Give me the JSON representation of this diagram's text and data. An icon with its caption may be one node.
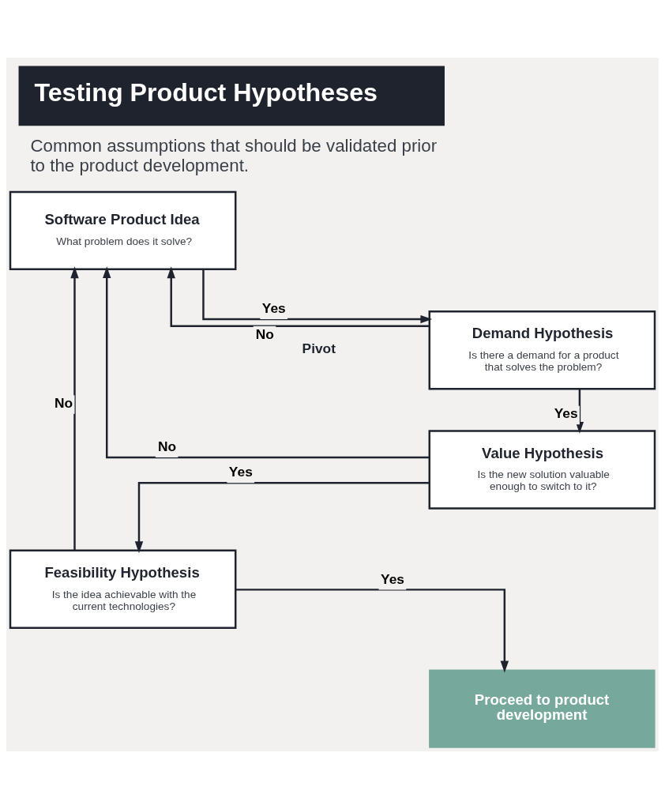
{
  "diagram": {
    "title": "Testing Product Hypotheses",
    "caption": "Common assumptions that should be validated prior to the product development.",
    "nodes": [
      {
        "text": [
          "Software Product Idea",
          "What problem does it solve?"
        ]
      },
      {
        "text": [
          "Demand Hypothesis",
          "Is there a demand for a product that solves the problem?"
        ]
      },
      {
        "text": [
          "Value Hypothesis",
          "Is the new solution valuable enough to switch to it?"
        ]
      },
      {
        "text": [
          "Feasibility Hypothesis",
          "Is the idea achievable with the current technologies?"
        ]
      },
      {
        "text": [
          "Proceed to product development"
        ]
      }
    ],
    "edges": [
      {
        "from": 0,
        "to": 1,
        "arrow": "to",
        "label": "Yes"
      },
      {
        "from": 1,
        "to": 2,
        "arrow": "to",
        "label": "Yes"
      },
      {
        "from": 2,
        "to": 3,
        "arrow": "to",
        "label": "Yes"
      },
      {
        "from": 3,
        "to": 4,
        "arrow": "to",
        "label": "Yes"
      },
      {
        "from": 1,
        "to": 0,
        "arrow": "to",
        "label": "No"
      },
      {
        "from": 2,
        "to": 0,
        "arrow": "to",
        "label": "No"
      },
      {
        "from": 3,
        "to": 0,
        "arrow": "to",
        "label": "No"
      }
    ],
    "labels": [
      "Pivot"
    ]
  }
}
